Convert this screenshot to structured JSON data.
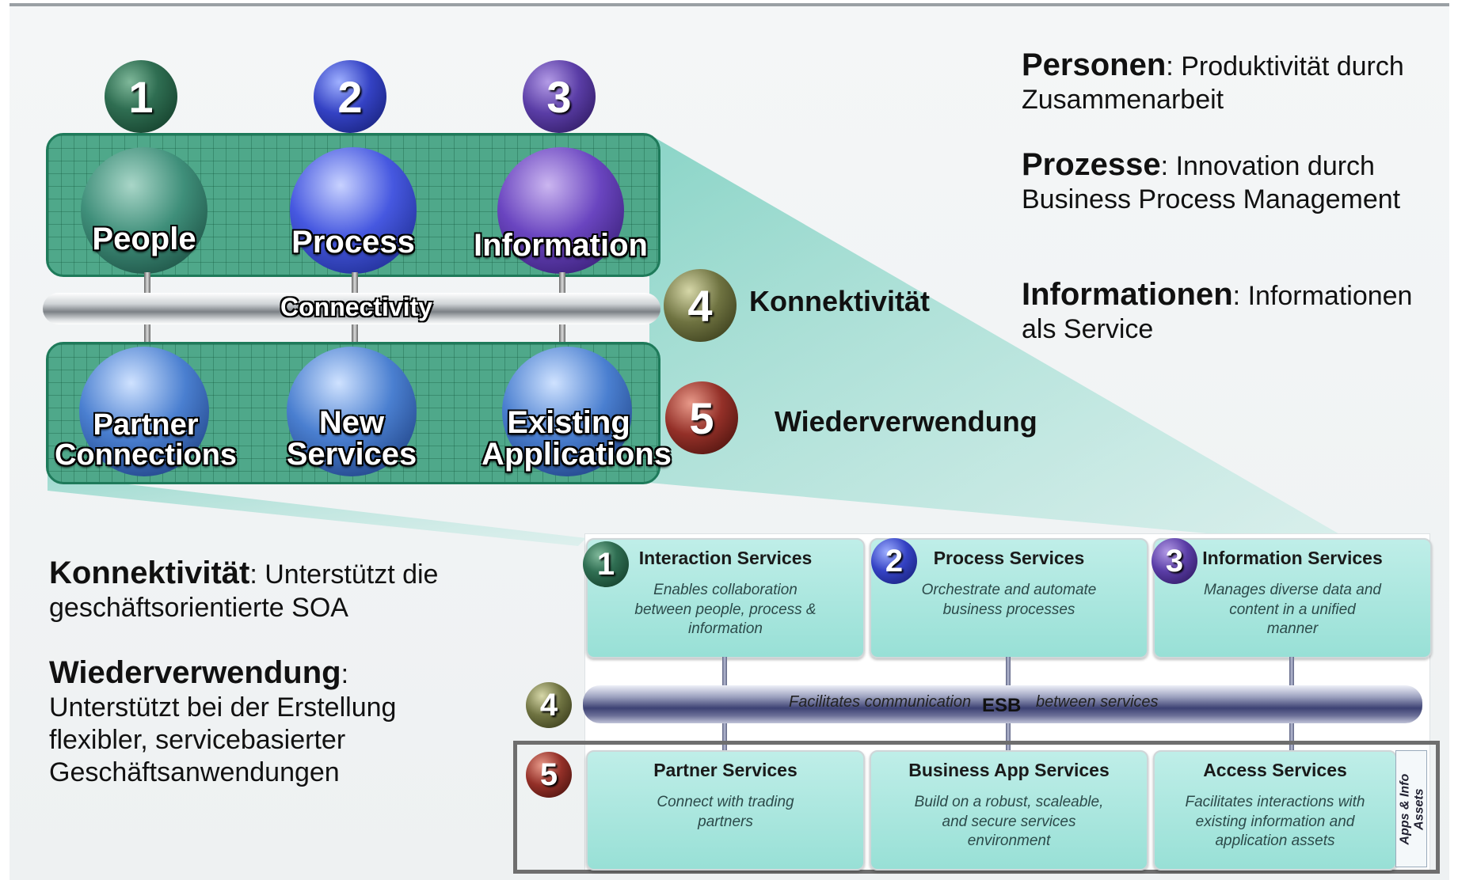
{
  "left_diagram": {
    "numbers": [
      "1",
      "2",
      "3",
      "4",
      "5"
    ],
    "spheres": {
      "people": "People",
      "process": "Process",
      "information": "Information",
      "partner_1": "Partner",
      "partner_2": "Connections",
      "new_1": "New",
      "new_2": "Services",
      "existing_1": "Existing",
      "existing_2": "Applications"
    },
    "connectivity_label": "Connectivity",
    "konnektivitaet": "Konnektivität",
    "wiederverwendung": "Wiederverwendung"
  },
  "right_text": {
    "personen_title": "Personen",
    "personen_text": ": Produktivität durch Zusammenarbeit",
    "prozesse_title": "Prozesse",
    "prozesse_text": ": Innovation durch Business Process Management",
    "informationen_title": "Informationen",
    "informationen_text": ": Informationen als Service"
  },
  "left_text": {
    "konnektivitaet_title": "Konnektivität",
    "konnektivitaet_text": ": Unterstützt die geschäftsorientierte SOA",
    "wiederverwendung_title": "Wiederverwendung",
    "wiederverwendung_text": ": Unterstützt bei der Erstellung flexibler, servicebasierter Geschäftsanwendungen"
  },
  "soa": {
    "interaction": {
      "title": "Interaction Services",
      "desc": "Enables collaboration between people, process & information"
    },
    "process": {
      "title": "Process Services",
      "desc": "Orchestrate and automate business processes"
    },
    "information": {
      "title": "Information Services",
      "desc": "Manages diverse data and content in a unified manner"
    },
    "esb_left": "Facilitates communication",
    "esb_center": "ESB",
    "esb_right": "between services",
    "partner": {
      "title": "Partner Services",
      "desc": "Connect with trading partners"
    },
    "business": {
      "title": "Business App Services",
      "desc": "Build on a robust, scaleable, and secure services environment"
    },
    "access": {
      "title": "Access Services",
      "desc": "Facilitates interactions with existing information and application assets"
    },
    "side_label": "Apps & Info Assets"
  },
  "colors": {
    "panel_green": "#4fa88a",
    "service_cyan": "#98e0d6",
    "highlight_frame": "#6e6e6e"
  }
}
